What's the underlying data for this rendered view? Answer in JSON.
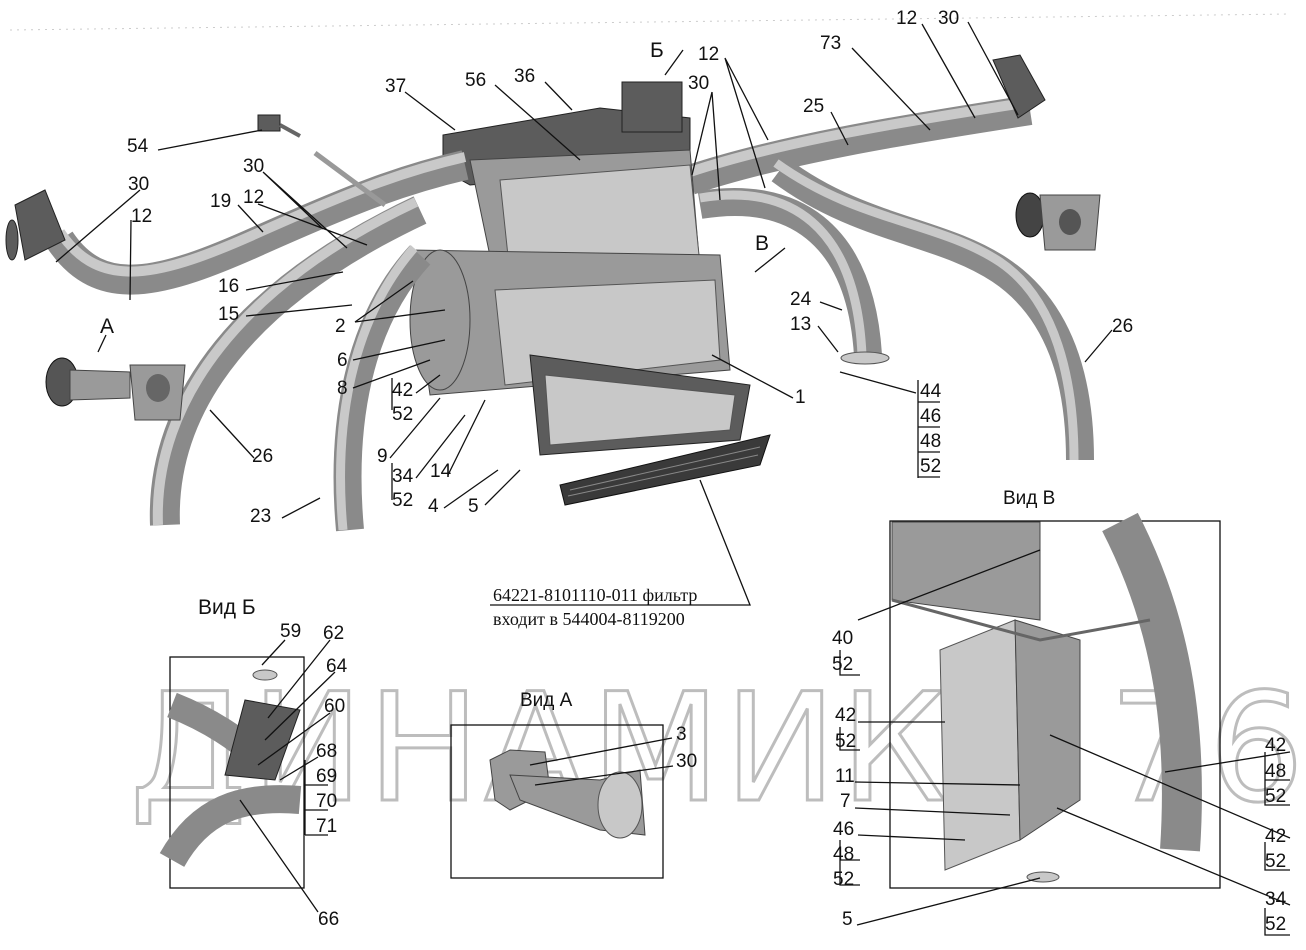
{
  "main_callouts": [
    "37",
    "56",
    "36",
    "Б",
    "12",
    "30",
    "73",
    "12",
    "30",
    "25",
    "54",
    "30",
    "30",
    "12",
    "19",
    "12",
    "16",
    "15",
    "А",
    "В",
    "24",
    "13",
    "2",
    "6",
    "8",
    "42",
    "52",
    "9",
    "34",
    "52",
    "14",
    "4",
    "5",
    "1",
    "44",
    "46",
    "48",
    "52",
    "26",
    "26",
    "23"
  ],
  "filter_note": {
    "line1": "64221-8101110-011 фильтр",
    "line2": "входит в 544004-8119200"
  },
  "views": {
    "view_b_title": "Вид Б",
    "view_a_title": "Вид А",
    "view_v_title": "Вид В",
    "view_b_callouts": [
      "59",
      "62",
      "64",
      "60",
      "68",
      "69",
      "70",
      "71",
      "66"
    ],
    "view_a_callouts": [
      "3",
      "30"
    ],
    "view_v_callouts": [
      "40",
      "52",
      "42",
      "52",
      "11",
      "7",
      "46",
      "48",
      "52",
      "5",
      "42",
      "48",
      "52",
      "42",
      "52",
      "34",
      "52"
    ]
  },
  "watermark": "ДИНАМИКА 76"
}
